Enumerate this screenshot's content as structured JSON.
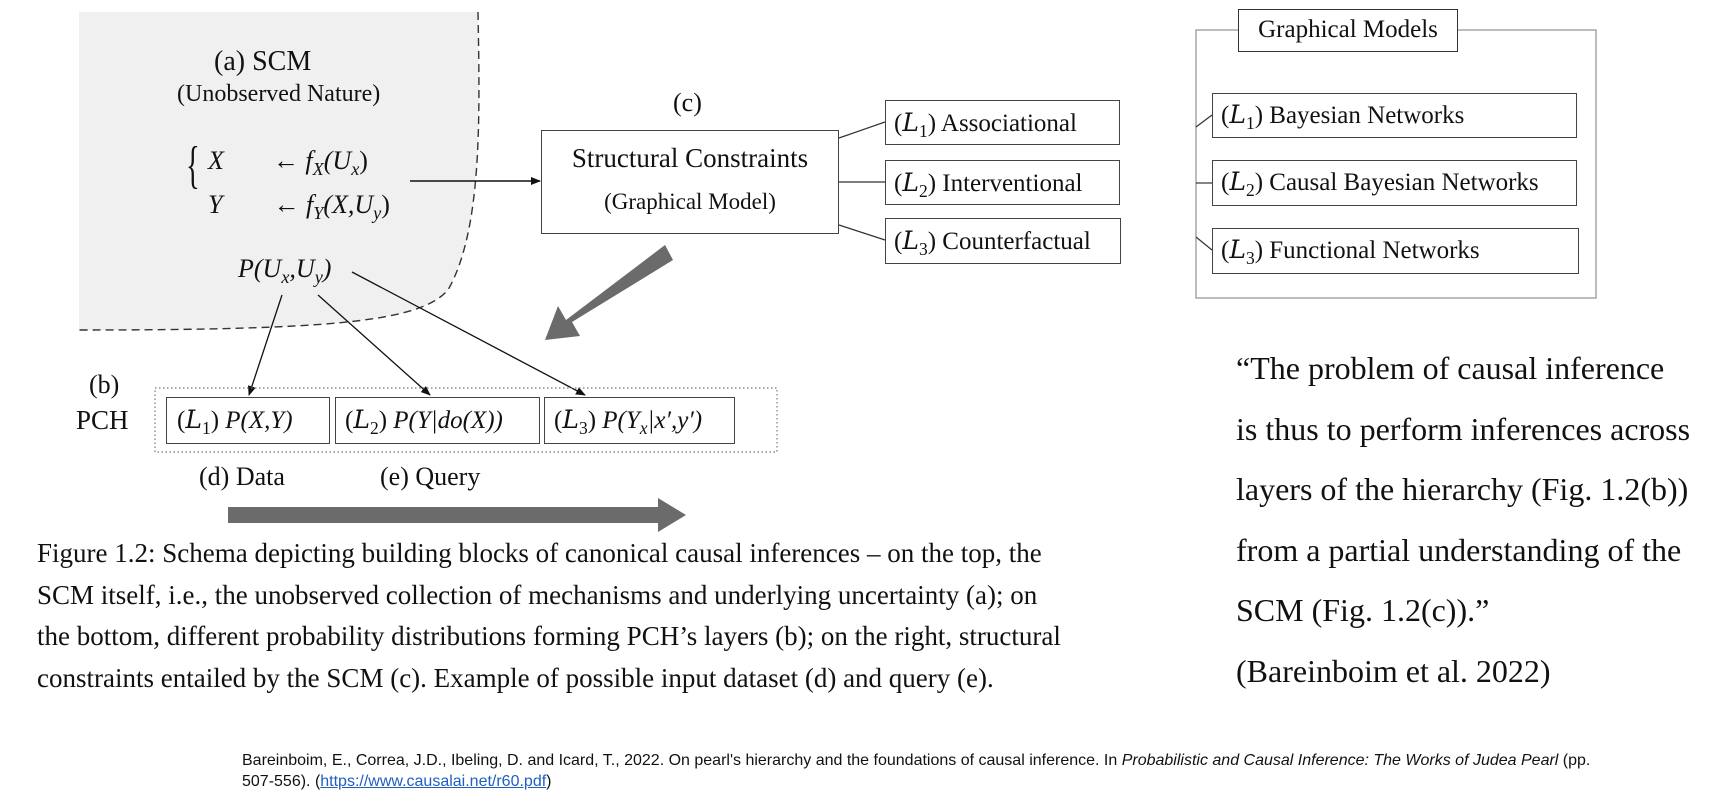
{
  "scm": {
    "title": "(a)  SCM",
    "subtitle": "(Unobserved Nature)",
    "eq_x_lhs": "X",
    "eq_x_rhs_f": "f",
    "eq_x_rhs_sub": "X",
    "eq_x_rhs_args": "(U",
    "eq_x_rhs_args_sub": "x",
    "eq_y_lhs": "Y",
    "eq_y_rhs_f": "f",
    "eq_y_rhs_sub": "Y",
    "eq_y_rhs_args": "(X,U",
    "eq_y_rhs_args_sub": "y",
    "arrow": "←",
    "prob_p": "P(U",
    "prob_sub1": "x",
    "prob_mid": ",U",
    "prob_sub2": "y",
    "prob_close": ")"
  },
  "constraints": {
    "label": "(c)",
    "title": "Structural Constraints",
    "subtitle": "(Graphical Model)",
    "levels": [
      {
        "tag": "L",
        "num": "1",
        "name": "Associational"
      },
      {
        "tag": "L",
        "num": "2",
        "name": "Interventional"
      },
      {
        "tag": "L",
        "num": "3",
        "name": "Counterfactual"
      }
    ]
  },
  "graphical_models": {
    "title": "Graphical Models",
    "items": [
      {
        "tag": "L",
        "num": "1",
        "name": "Bayesian Networks"
      },
      {
        "tag": "L",
        "num": "2",
        "name": "Causal Bayesian Networks"
      },
      {
        "tag": "L",
        "num": "3",
        "name": "Functional Networks"
      }
    ]
  },
  "pch": {
    "label_b": "(b)",
    "label_pch": "PCH",
    "l1": {
      "tag": "L",
      "num": "1",
      "expr": "P(X,Y)"
    },
    "l2": {
      "tag": "L",
      "num": "2",
      "expr": "P(Y|do(X))"
    },
    "l3": {
      "tag": "L",
      "num": "3",
      "expr_a": "P(Y",
      "expr_sub": "x",
      "expr_b": "|x′,y′)"
    },
    "data_label": "(d) Data",
    "query_label": "(e) Query"
  },
  "caption": "Figure 1.2: Schema depicting building blocks of canonical causal inferences – on the top, the SCM itself, i.e., the unobserved collection of mechanisms and underlying uncertainty (a); on the bottom, different probability distributions forming PCH’s layers (b); on the right, structural constraints entailed by the SCM (c). Example of possible input dataset (d) and query (e).",
  "caption_lines": [
    "Figure 1.2: Schema depicting building blocks of canonical causal inferences – on the top, the",
    "SCM itself, i.e., the unobserved collection of mechanisms and underlying uncertainty (a); on",
    "the bottom, different probability distributions forming PCH’s layers (b); on the right, structural",
    "constraints entailed by the SCM (c). Example of possible input dataset (d) and query (e)."
  ],
  "quote_lines": [
    "“The problem of causal inference",
    "is thus to perform inferences across",
    "layers of the hierarchy (Fig. 1.2(b))",
    "from a partial understanding of the",
    "SCM (Fig. 1.2(c)).”",
    "(Bareinboim et al. 2022)"
  ],
  "reference": {
    "text_a": "Bareinboim, E., Correa, J.D., Ibeling, D. and Icard, T., 2022. On pearl's hierarchy and the foundations of causal inference. In ",
    "title_italic": "Probabilistic and Causal Inference: The Works of Judea Pearl",
    "text_b": " (pp. 507-556). (",
    "link": "https://www.causalai.net/r60.pdf",
    "text_c": ")"
  },
  "colors": {
    "nature_fill": "#f0f0f0",
    "big_arrow": "#6b6b6b",
    "link": "#1f5fbf"
  }
}
